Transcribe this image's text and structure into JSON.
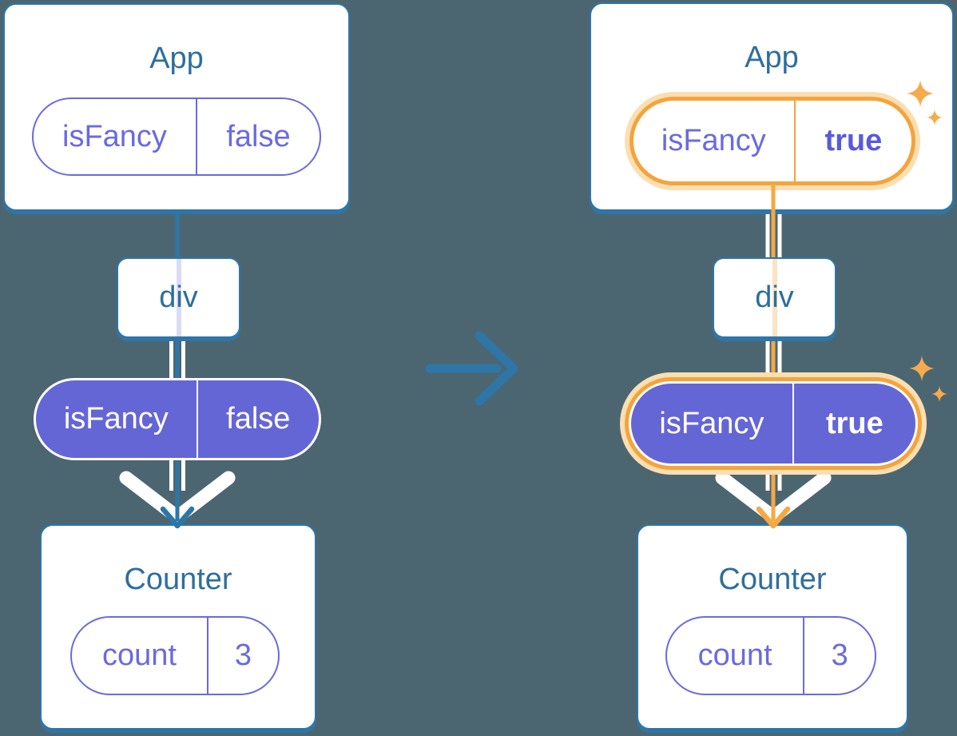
{
  "colors": {
    "background": "#4C6671",
    "card_border": "#2E76A8",
    "title_text": "#2E6E9E",
    "purple_outline": "#6A6ADF",
    "purple_fill": "#6566D5",
    "purple_bold_value": "#5A5AD8",
    "highlight_orange": "#F3A43C",
    "highlight_orange_light": "#FBDFB2",
    "sparkle": "#F5AB4D",
    "connector_blue": "#2E76A8",
    "connector_orange": "#F5A942",
    "white": "#FFFFFF"
  },
  "left_tree": {
    "app": {
      "title": "App",
      "prop": {
        "name": "isFancy",
        "value": "false"
      }
    },
    "div": {
      "title": "div"
    },
    "prop_pill": {
      "name": "isFancy",
      "value": "false"
    },
    "counter": {
      "title": "Counter",
      "state": {
        "name": "count",
        "value": "3"
      }
    }
  },
  "right_tree": {
    "app": {
      "title": "App",
      "prop": {
        "name": "isFancy",
        "value": "true"
      }
    },
    "div": {
      "title": "div"
    },
    "prop_pill": {
      "name": "isFancy",
      "value": "true"
    },
    "counter": {
      "title": "Counter",
      "state": {
        "name": "count",
        "value": "3"
      }
    }
  }
}
